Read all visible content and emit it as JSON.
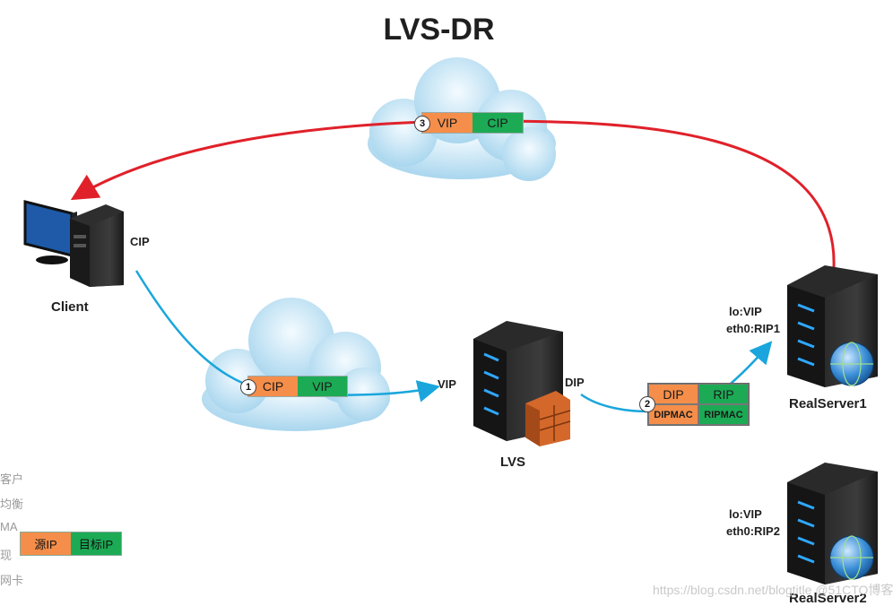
{
  "title": "LVS-DR",
  "client": {
    "label": "Client",
    "ip_label": "CIP"
  },
  "lvs": {
    "label": "LVS",
    "vip_label": "VIP",
    "dip_label": "DIP"
  },
  "realserver1": {
    "label": "RealServer1",
    "lo": "lo:VIP",
    "eth0": "eth0:RIP1"
  },
  "realserver2": {
    "label": "RealServer2",
    "lo": "lo:VIP",
    "eth0": "eth0:RIP2"
  },
  "packet1": {
    "step": "1",
    "src": "CIP",
    "dst": "VIP"
  },
  "packet2": {
    "step": "2",
    "src": "DIP",
    "dst": "RIP",
    "src_mac": "DIPMAC",
    "dst_mac": "RIPMAC"
  },
  "packet3": {
    "step": "3",
    "src": "VIP",
    "dst": "CIP"
  },
  "legend": {
    "src": "源IP",
    "dst": "目标IP"
  },
  "edge_text": [
    "客户",
    "均衡",
    "MA",
    "现",
    "网卡"
  ],
  "watermark": "https://blog.csdn.net/blogtitle @51CTO博客",
  "colors": {
    "request_arrow": "#1aa6dc",
    "response_arrow": "#e0212a",
    "src_cell": "#f58e4a",
    "dst_cell": "#1caa55"
  }
}
